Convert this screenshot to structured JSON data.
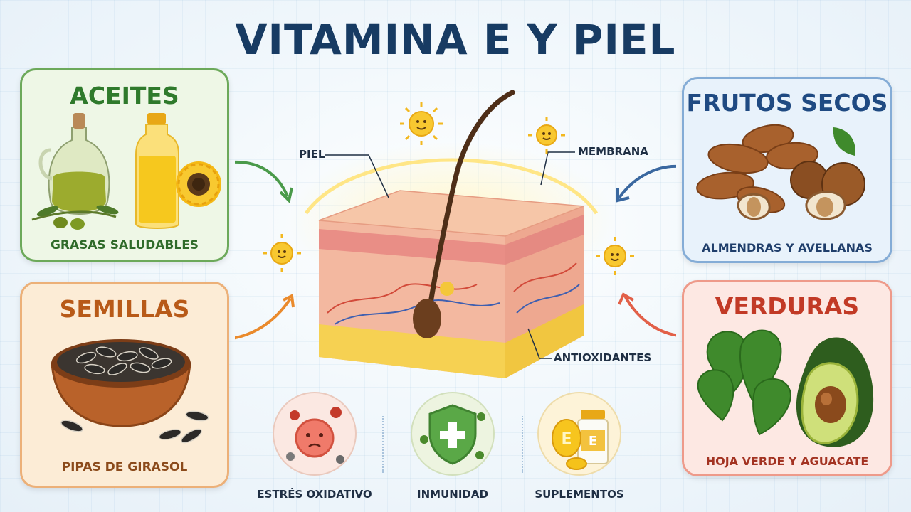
{
  "title": "VITAMINA E Y PIEL",
  "cards": {
    "aceites": {
      "title": "ACEITES",
      "caption": "GRASAS SALUDABLES",
      "color": "#2f7a2c"
    },
    "semillas": {
      "title": "SEMILLAS",
      "caption": "PIPAS DE GIRASOL",
      "color": "#b85a18"
    },
    "frutos_secos": {
      "title": "FRUTOS SECOS",
      "caption": "ALMENDRAS Y AVELLANAS",
      "color": "#1f4a82"
    },
    "verduras": {
      "title": "VERDURAS",
      "caption": "HOJA VERDE Y AGUACATE",
      "color": "#c23a26"
    }
  },
  "diagram_labels": {
    "piel": "PIEL",
    "membrana": "MEMBRANA",
    "antioxidantes": "ANTIOXIDANTES"
  },
  "bottom_items": [
    {
      "label": "ESTRÉS OXIDATIVO",
      "icon": "virus-cell-icon"
    },
    {
      "label": "INMUNIDAD",
      "icon": "shield-cross-icon"
    },
    {
      "label": "SUPLEMENTOS",
      "icon": "vitamin-e-capsules-icon"
    }
  ],
  "icons": [
    "oil-bottles-icon",
    "sunflower-icon",
    "seed-bowl-icon",
    "almonds-hazelnuts-icon",
    "spinach-avocado-icon",
    "skin-cross-section-icon",
    "sun-molecule-icon"
  ]
}
